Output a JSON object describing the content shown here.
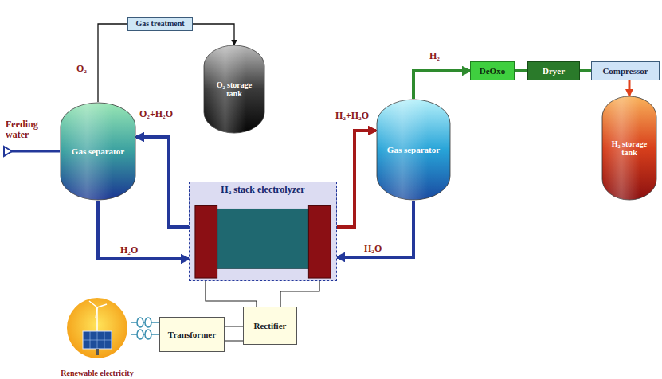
{
  "diagram": {
    "nodes": [
      {
        "text": [
          "Gas treatment"
        ]
      },
      {
        "text": [
          "O₂ storage tank"
        ]
      },
      {
        "text": [
          "Gas separator"
        ]
      },
      {
        "text": [
          "H₂ stack electrolyzer"
        ]
      },
      {
        "text": [
          "Gas separator"
        ]
      },
      {
        "text": [
          "DeOxo"
        ]
      },
      {
        "text": [
          "Dryer"
        ]
      },
      {
        "text": [
          "Compressor"
        ]
      },
      {
        "text": [
          "H₂ storage tank"
        ]
      },
      {
        "text": [
          "Renewable electricity"
        ]
      },
      {
        "text": [
          "Transformer"
        ]
      },
      {
        "text": [
          "Rectifier"
        ]
      }
    ],
    "edges": [
      {
        "from": 2,
        "to": 0,
        "label": "O₂",
        "arrow": "none"
      },
      {
        "from": 0,
        "to": 1,
        "arrow": "to"
      },
      {
        "from": 3,
        "to": 2,
        "label": "O₂+H₂O",
        "arrow": "to"
      },
      {
        "from": 2,
        "to": 3,
        "label": "H₂O",
        "arrow": "to"
      },
      {
        "from": 3,
        "to": 4,
        "label": "H₂+H₂O",
        "arrow": "to"
      },
      {
        "from": 4,
        "to": 3,
        "label": "H₂O",
        "arrow": "to"
      },
      {
        "from": 4,
        "to": 5,
        "label": "H₂",
        "arrow": "to"
      },
      {
        "from": 5,
        "to": 6,
        "arrow": "none"
      },
      {
        "from": 6,
        "to": 7,
        "arrow": "none"
      },
      {
        "from": 7,
        "to": 8,
        "arrow": "to"
      },
      {
        "from": 9,
        "to": 10,
        "arrow": "none"
      },
      {
        "from": 10,
        "to": 11,
        "arrow": "none"
      },
      {
        "from": 11,
        "to": 3,
        "arrow": "none"
      }
    ],
    "labels": [
      "Feeding water"
    ]
  }
}
